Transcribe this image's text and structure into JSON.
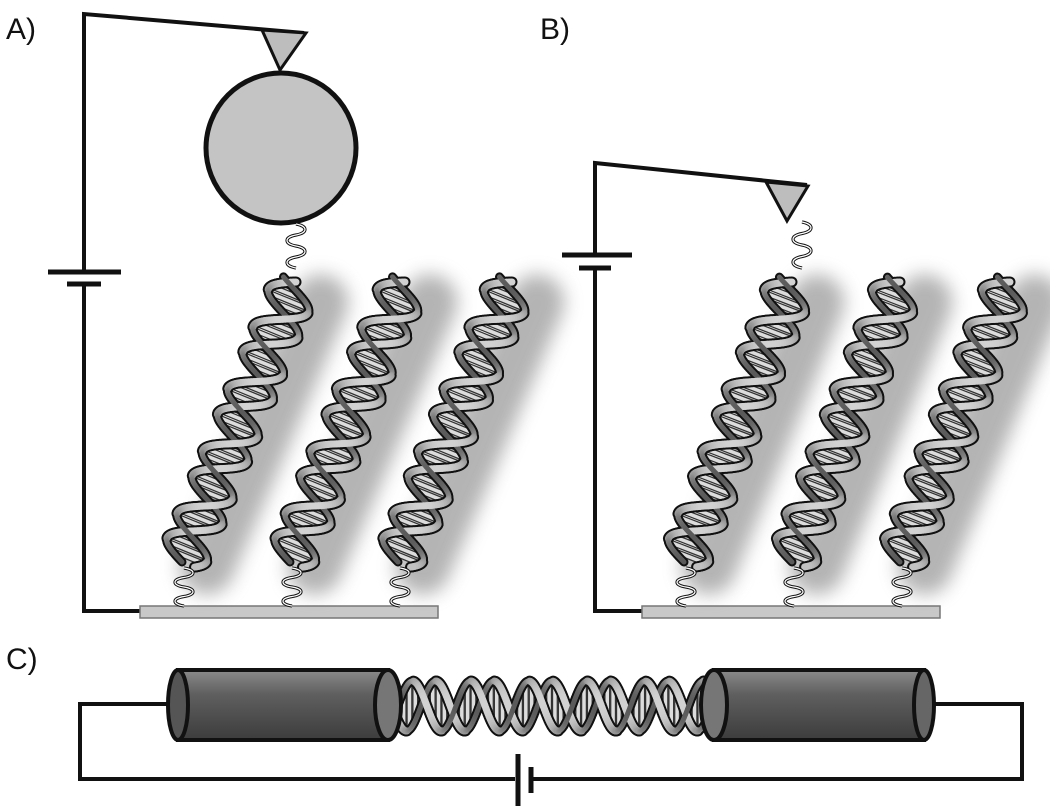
{
  "panels": [
    {
      "id": "A",
      "label": "A)"
    },
    {
      "id": "B",
      "label": "B)"
    },
    {
      "id": "C",
      "label": "C)"
    }
  ],
  "colors": {
    "wire": "#111111",
    "sphere_fill": "#c4c4c4",
    "tip_fill": "#bdbdbd",
    "substrate_fill": "#c8c8c8",
    "electrode_fill": "#5e5e5e",
    "electrode_end": "#787878",
    "helix_dark": "#4a4a4a",
    "helix_light": "#d6d6d6",
    "base_pair": "#dcdcdc"
  }
}
